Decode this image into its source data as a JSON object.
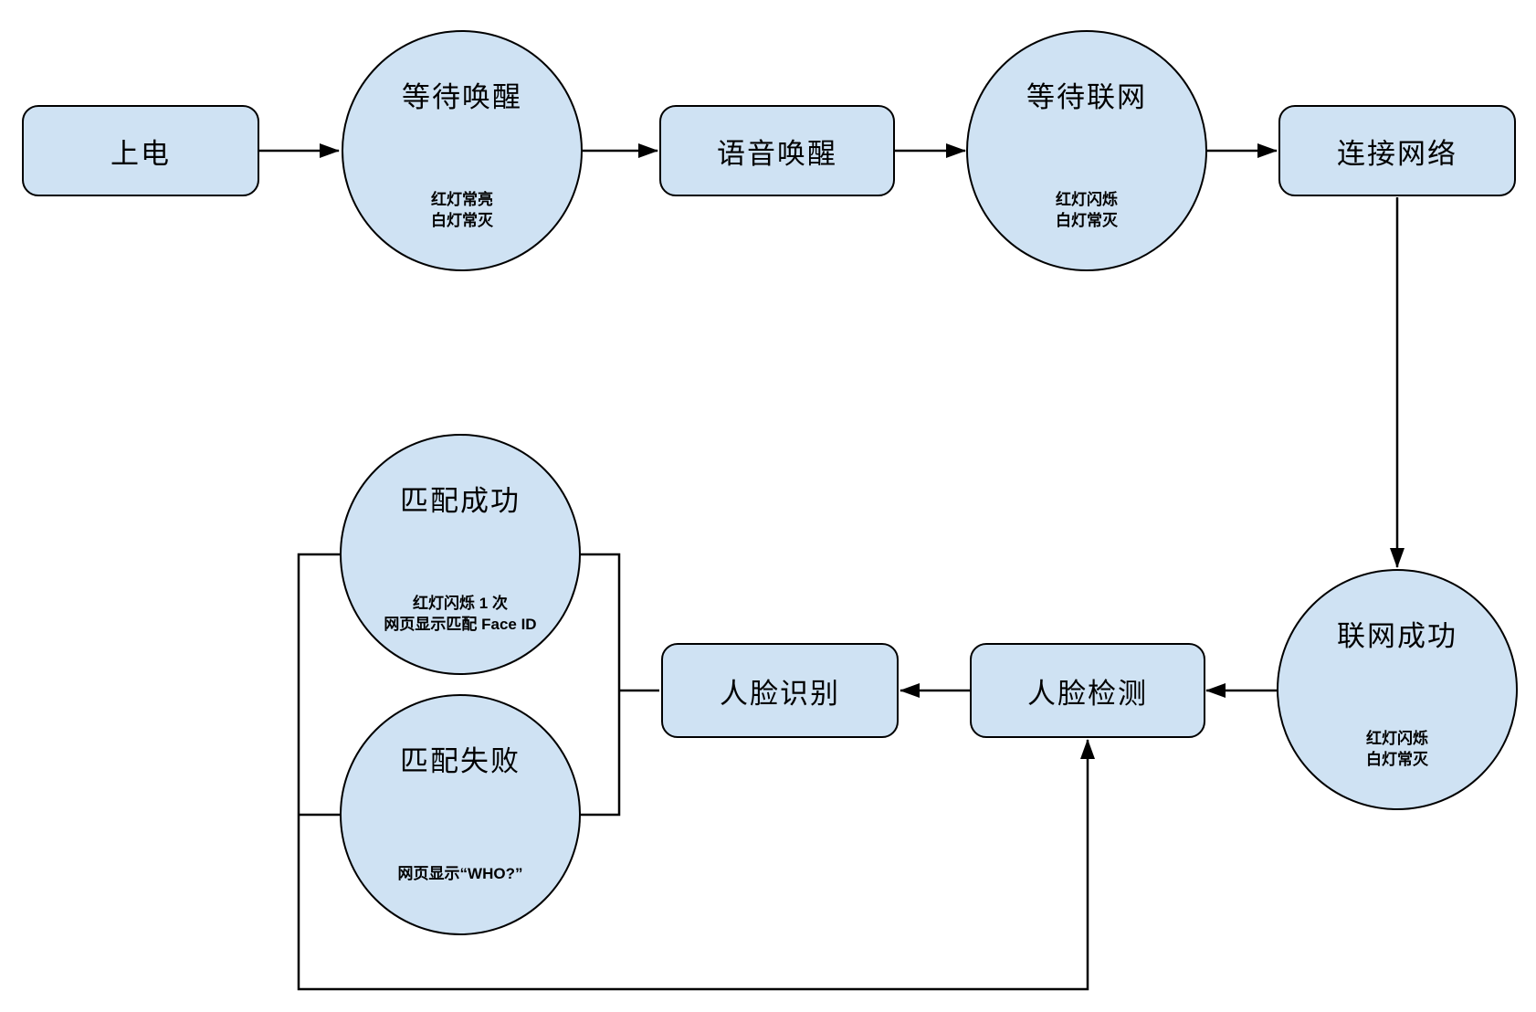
{
  "diagram": {
    "title": "device-face-recognition-state-flowchart",
    "background_color": "#ffffff",
    "node_fill_color": "#cfe2f3",
    "node_stroke_color": "#000000",
    "nodes": {
      "power_on": {
        "label": "上电"
      },
      "wait_wake": {
        "title": "等待唤醒",
        "note_lines": [
          "红灯常亮",
          "白灯常灭"
        ]
      },
      "voice_wake": {
        "label": "语音唤醒"
      },
      "wait_network": {
        "title": "等待联网",
        "note_lines": [
          "红灯闪烁",
          "白灯常灭"
        ]
      },
      "connect_network": {
        "label": "连接网络"
      },
      "network_success": {
        "title": "联网成功",
        "note_lines": [
          "红灯闪烁",
          "白灯常灭"
        ]
      },
      "face_detect": {
        "label": "人脸检测"
      },
      "face_recognize": {
        "label": "人脸识别"
      },
      "match_success": {
        "title": "匹配成功",
        "note_lines": [
          "红灯闪烁 1 次",
          "网页显示匹配 Face ID"
        ]
      },
      "match_fail": {
        "title": "匹配失败",
        "note_lines": [
          "网页显示“WHO?”"
        ]
      }
    },
    "edges": [
      {
        "from": "power_on",
        "to": "wait_wake",
        "arrow": true
      },
      {
        "from": "wait_wake",
        "to": "voice_wake",
        "arrow": true
      },
      {
        "from": "voice_wake",
        "to": "wait_network",
        "arrow": true
      },
      {
        "from": "wait_network",
        "to": "connect_network",
        "arrow": true
      },
      {
        "from": "connect_network",
        "to": "network_success",
        "arrow": true
      },
      {
        "from": "network_success",
        "to": "face_detect",
        "arrow": true
      },
      {
        "from": "face_detect",
        "to": "face_recognize",
        "arrow": true
      },
      {
        "from": "face_recognize",
        "to": "match_success",
        "arrow": false
      },
      {
        "from": "face_recognize",
        "to": "match_fail",
        "arrow": false
      },
      {
        "from": "match_success",
        "to": "face_detect",
        "arrow": true
      },
      {
        "from": "match_fail",
        "to": "face_detect",
        "arrow": true
      }
    ]
  }
}
